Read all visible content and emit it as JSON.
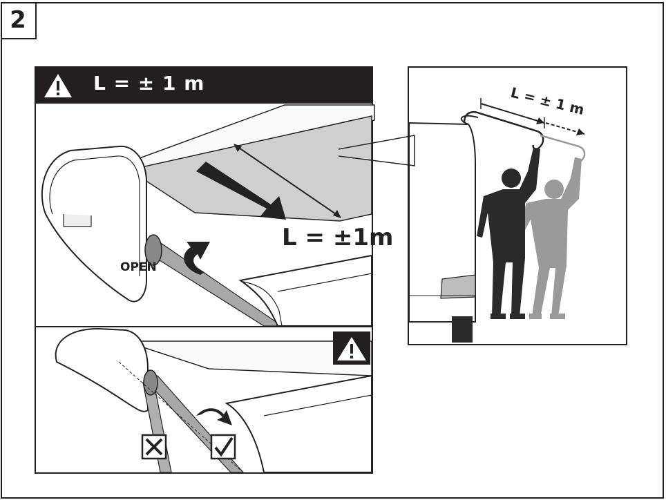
{
  "step": {
    "number": "2"
  },
  "top_panel": {
    "banner_text": "L = ± 1 m",
    "length_label": "L = ±1m",
    "open_label": "OPEN"
  },
  "right_panel": {
    "length_label": "L = ± 1 m"
  },
  "colors": {
    "ink": "#231f20",
    "fabric": "#cfcfcf",
    "person_dark": "#2a2a2a",
    "person_light": "#9a9a9a"
  },
  "icons": [
    "warning-icon",
    "open-arrow-icon",
    "cross-mark-icon",
    "check-mark-icon"
  ]
}
